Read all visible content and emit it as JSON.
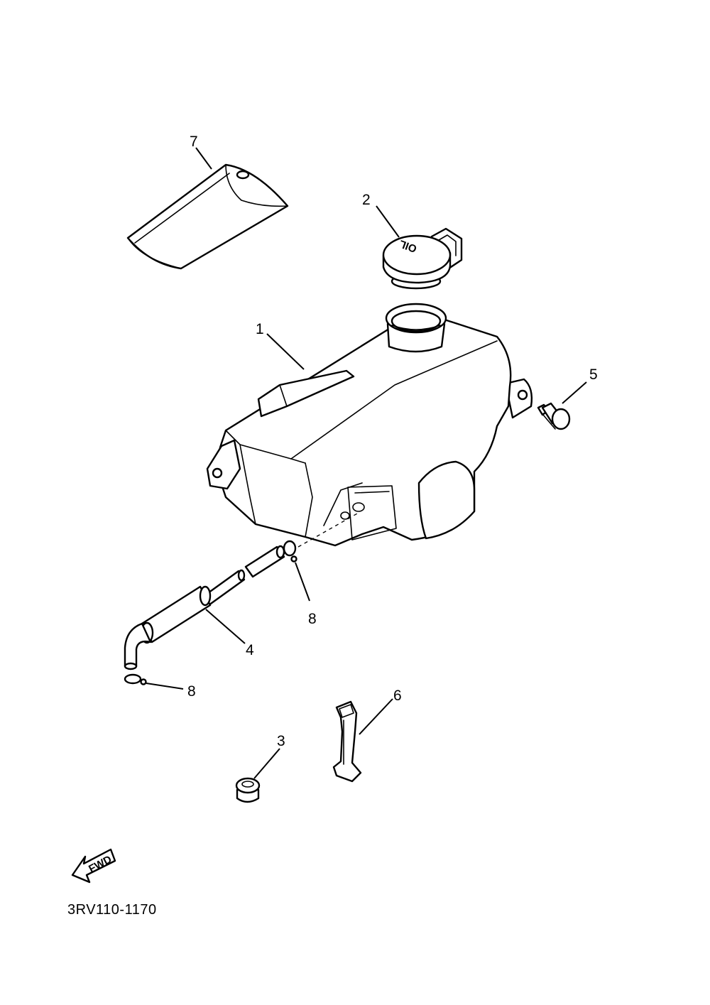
{
  "callouts": {
    "c1": "1",
    "c2": "2",
    "c3": "3",
    "c4": "4",
    "c5": "5",
    "c6": "6",
    "c7": "7",
    "c8a": "8",
    "c8b": "8"
  },
  "cap_marking": "OIL",
  "fwd_label": "FWD",
  "catalog_code": "3RV110-1170",
  "colors": {
    "line": "#000000",
    "background": "#ffffff"
  }
}
